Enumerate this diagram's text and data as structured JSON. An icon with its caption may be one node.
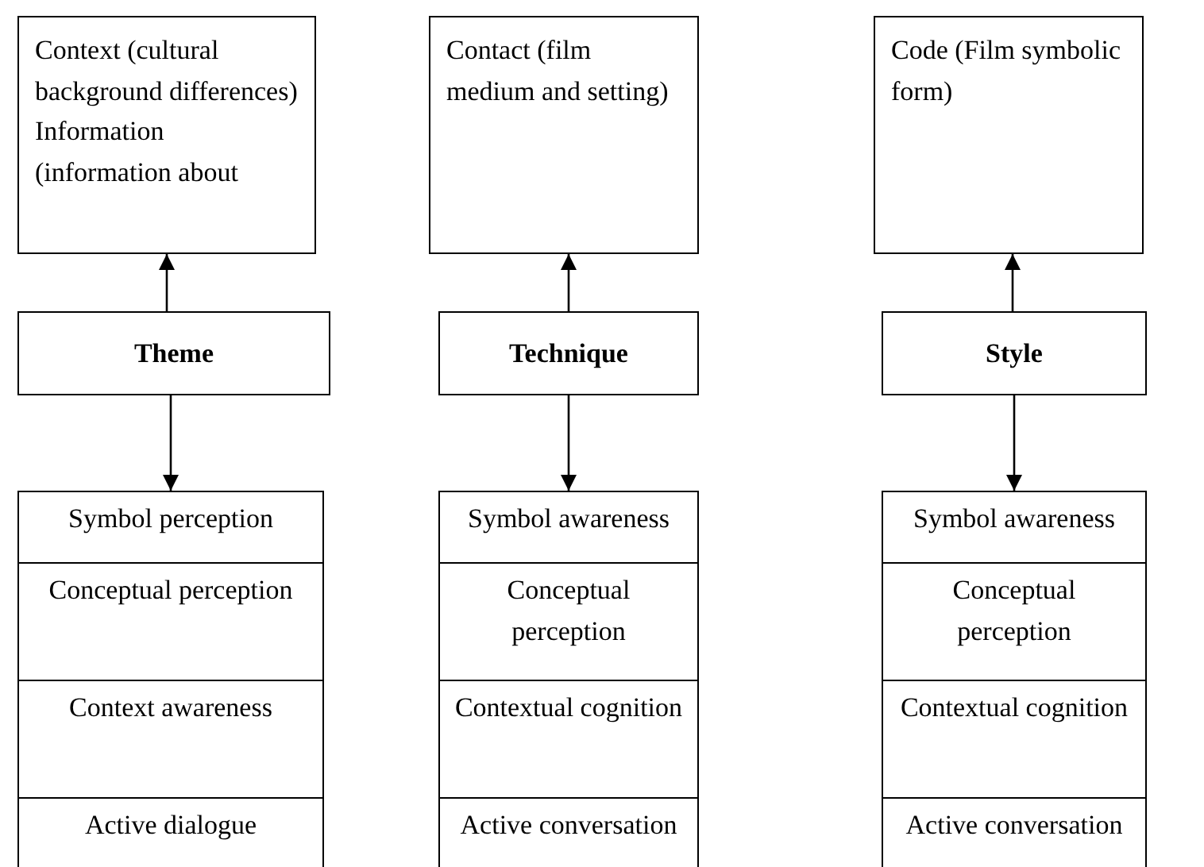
{
  "diagram": {
    "nodes": [
      {
        "text": [
          "Context (cultural background differences)",
          "Information (information about"
        ]
      },
      {
        "text": [
          "Contact (film medium and setting)"
        ]
      },
      {
        "text": [
          "Code (Film symbolic form)"
        ]
      },
      {
        "text": [
          "Theme"
        ]
      },
      {
        "text": [
          "Technique"
        ]
      },
      {
        "text": [
          "Style"
        ]
      },
      {
        "text": [
          "Symbol perception"
        ]
      },
      {
        "text": [
          "Conceptual perception"
        ]
      },
      {
        "text": [
          "Context awareness"
        ]
      },
      {
        "text": [
          "Active dialogue"
        ]
      },
      {
        "text": [
          "Symbol awareness"
        ]
      },
      {
        "text": [
          "Conceptual perception"
        ]
      },
      {
        "text": [
          "Contextual cognition"
        ]
      },
      {
        "text": [
          "Active conversation"
        ]
      },
      {
        "text": [
          "Symbol awareness"
        ]
      },
      {
        "text": [
          "Conceptual perception"
        ]
      },
      {
        "text": [
          "Contextual cognition"
        ]
      },
      {
        "text": [
          "Active conversation"
        ]
      }
    ],
    "edges": [
      {
        "from": 3,
        "to": 0,
        "arrow": "to"
      },
      {
        "from": 4,
        "to": 1,
        "arrow": "to"
      },
      {
        "from": 5,
        "to": 2,
        "arrow": "to"
      },
      {
        "from": 3,
        "to": 6,
        "arrow": "to"
      },
      {
        "from": 4,
        "to": 10,
        "arrow": "to"
      },
      {
        "from": 5,
        "to": 14,
        "arrow": "to"
      }
    ]
  }
}
